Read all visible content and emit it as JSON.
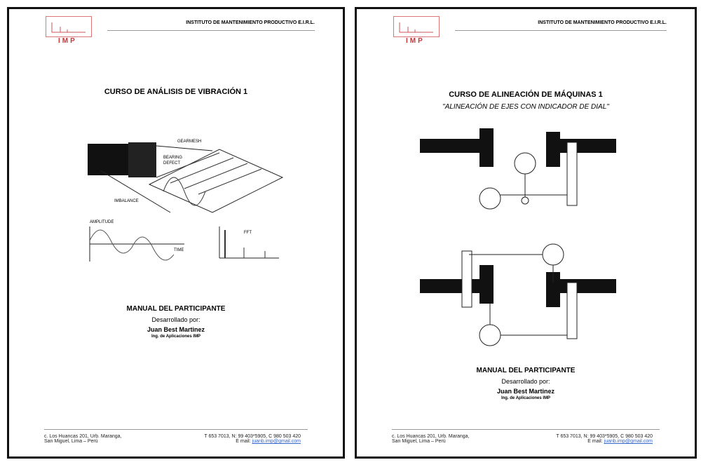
{
  "pages": [
    {
      "logo": "IMP",
      "institute": "INSTITUTO DE MANTENIMIENTO PRODUCTIVO E.I.R.L.",
      "title": "CURSO DE ANÁLISIS DE VIBRACIÓN 1",
      "figure_labels": {
        "gearmesh": "GEARMESH",
        "bearing": "BEARING",
        "defect": "DEFECT",
        "imbalance": "IMBALANCE",
        "amplitude": "AMPLITUDE",
        "time": "TIME",
        "fft": "FFT"
      },
      "manual": "MANUAL DEL PARTICIPANTE",
      "developed": "Desarrollado por:",
      "author": "Juan Best Martinez",
      "role": "Ing. de Aplicaciones IMP",
      "address1": "c. Los Huancas 201, Urb. Maranga,",
      "address2": "San Miguel, Lima – Perú",
      "phone": "T 653 7013, N: 99 403*5905, C 980 503 420",
      "email_label": "E mail:",
      "email": "juanb.imp@gmail.com"
    },
    {
      "logo": "IMP",
      "institute": "INSTITUTO DE MANTENIMIENTO PRODUCTIVO E.I.R.L.",
      "title": "CURSO DE ALINEACIÓN DE MÁQUINAS 1",
      "subtitle": "\"ALINEACIÓN DE EJES CON INDICADOR DE DIAL\"",
      "manual": "MANUAL DEL PARTICIPANTE",
      "developed": "Desarrollado por:",
      "author": "Juan Best Martinez",
      "role": "Ing. de Aplicaciones IMP",
      "address1": "c. Los Huancas 201, Urb. Maranga,",
      "address2": "San Miguel, Lima – Perú",
      "phone": "T 653 7013, N: 99 403*5905, C 980 503 420",
      "email_label": "E mail:",
      "email": "juanb.imp@gmail.com"
    }
  ]
}
